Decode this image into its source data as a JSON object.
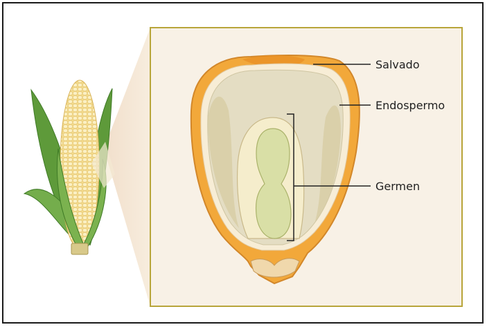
{
  "labels": {
    "salvado": "Salvado",
    "endospermo": "Endospermo",
    "germen": "Germen"
  },
  "colors": {
    "panel_border": "#b8a53a",
    "panel_fill": "#f8f1e6",
    "bran": "#f2a83a",
    "endosperm": "#e2dcc2",
    "germ": "#f5edcc",
    "embryo": "#d9dfa6",
    "corn_kernel": "#f6e6a0",
    "husk": "#6fa448"
  }
}
